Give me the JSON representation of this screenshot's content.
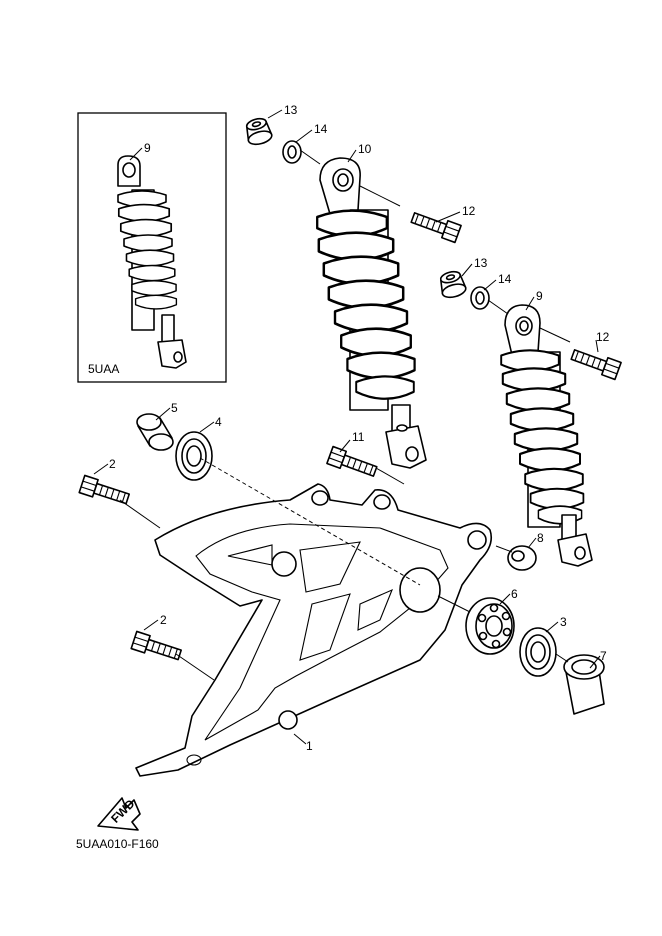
{
  "inset_label": "5UAA",
  "footer_code": "5UAA010-F160",
  "fwd_label": "FWD",
  "callouts": [
    {
      "id": "c13a",
      "text": "13"
    },
    {
      "id": "c14a",
      "text": "14"
    },
    {
      "id": "c10",
      "text": "10"
    },
    {
      "id": "c12a",
      "text": "12"
    },
    {
      "id": "c13b",
      "text": "13"
    },
    {
      "id": "c14b",
      "text": "14"
    },
    {
      "id": "c9b",
      "text": "9"
    },
    {
      "id": "c12b",
      "text": "12"
    },
    {
      "id": "c9a",
      "text": "9"
    },
    {
      "id": "c5",
      "text": "5"
    },
    {
      "id": "c4",
      "text": "4"
    },
    {
      "id": "c11",
      "text": "11"
    },
    {
      "id": "c2a",
      "text": "2"
    },
    {
      "id": "c8",
      "text": "8"
    },
    {
      "id": "c6",
      "text": "6"
    },
    {
      "id": "c3",
      "text": "3"
    },
    {
      "id": "c2b",
      "text": "2"
    },
    {
      "id": "c7",
      "text": "7"
    },
    {
      "id": "c1",
      "text": "1"
    }
  ]
}
